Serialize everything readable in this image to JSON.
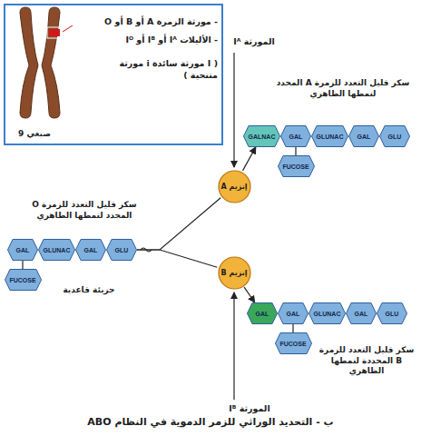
{
  "diagram": {
    "caption": "ب - التحديد الوراثي للزمر الدموية في النظام ABO",
    "nodes": [
      {
        "text": [
          "- مورثة الزمرة A أو B أو O",
          "- الأليلات Iᴬ أو Iᴮ أو Iᴼ",
          "( I مورثة سائدة i مورثة متنحية )"
        ]
      },
      {
        "text": [
          "إنزيم A"
        ]
      },
      {
        "text": [
          "GALNAC"
        ]
      },
      {
        "text": [
          "GAL"
        ]
      },
      {
        "text": [
          "GLUNAC"
        ]
      },
      {
        "text": [
          "GAL"
        ]
      },
      {
        "text": [
          "GLU"
        ]
      },
      {
        "text": [
          "FUCOSE"
        ]
      },
      {
        "text": [
          "GAL"
        ]
      },
      {
        "text": [
          "GLUNAC"
        ]
      },
      {
        "text": [
          "GAL"
        ]
      },
      {
        "text": [
          "GLU"
        ]
      },
      {
        "text": [
          "FUCOSE"
        ]
      },
      {
        "text": [
          "إنزيم B"
        ]
      },
      {
        "text": [
          "GAL"
        ]
      },
      {
        "text": [
          "GAL"
        ]
      },
      {
        "text": [
          "GLUNAC"
        ]
      },
      {
        "text": [
          "GAL"
        ]
      },
      {
        "text": [
          "GLU"
        ]
      },
      {
        "text": [
          "FUCOSE"
        ]
      }
    ],
    "edges": [
      {
        "from": 11,
        "to": 1,
        "arrow": "none"
      },
      {
        "from": 1,
        "to": 2,
        "arrow": "to"
      },
      {
        "from": 11,
        "to": 13,
        "arrow": "none"
      },
      {
        "from": 13,
        "to": 14,
        "arrow": "to"
      },
      {
        "from": 3,
        "to": 7,
        "arrow": "none"
      },
      {
        "from": 8,
        "to": 12,
        "arrow": "none"
      },
      {
        "from": 15,
        "to": 19,
        "arrow": "none"
      }
    ],
    "labels": [
      "صبغي 9",
      "المورثة Iᴬ",
      "سكر قليل التعدد للزمرة A المحدد لنمطها الظاهري",
      "سكر قليل التعدد للزمرة O المحدد لنمطها الظاهري",
      "جزيئة قاعدية",
      "سكر قليل التعدد للزمرة B المحددة لنمطها الظاهري",
      "المورثة Iᴮ"
    ]
  }
}
